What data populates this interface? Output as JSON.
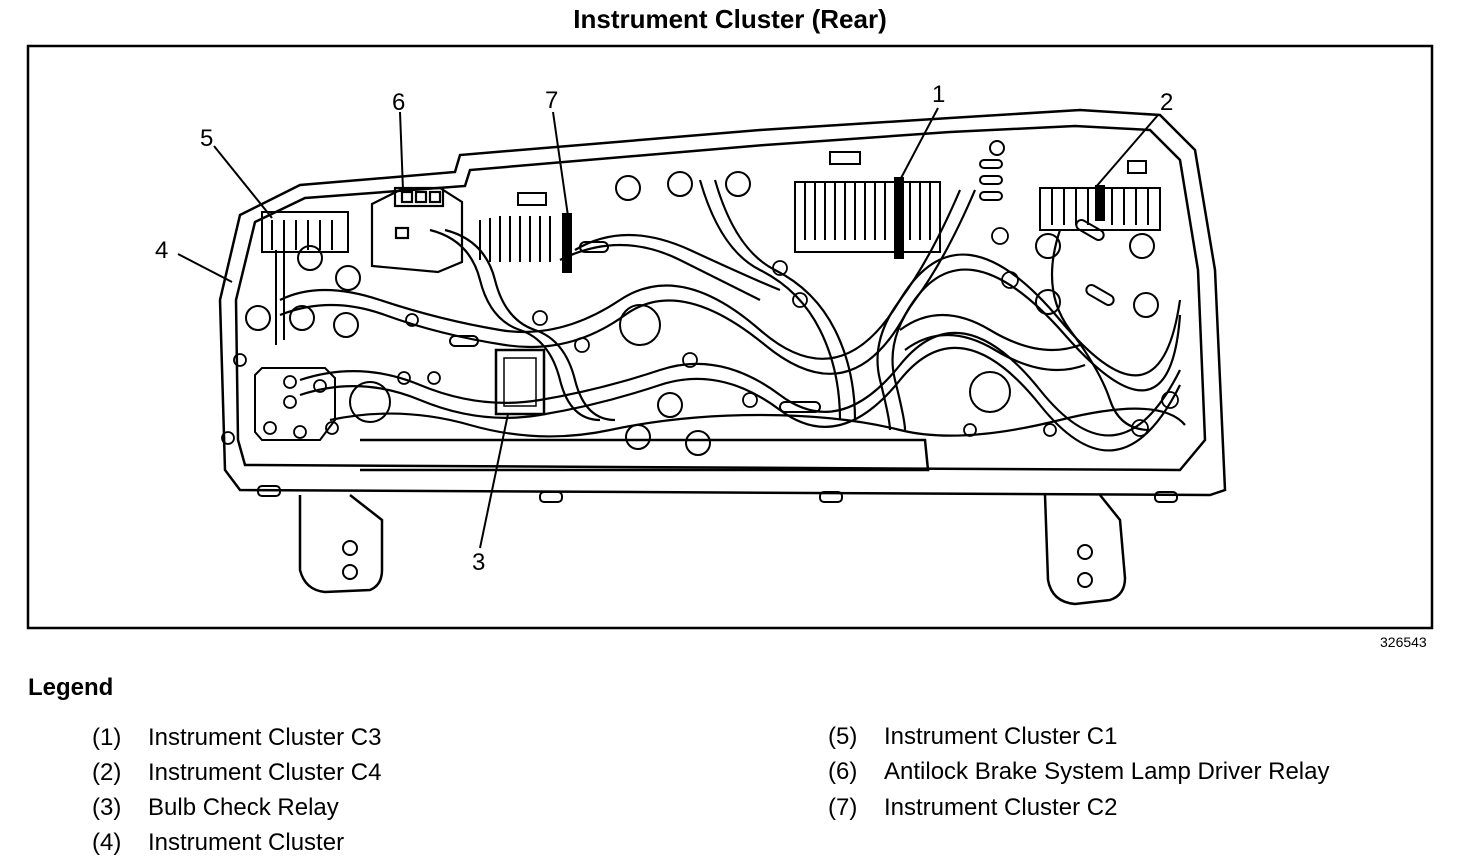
{
  "title": "Instrument Cluster (Rear)",
  "figure_id": "326543",
  "callouts": [
    "1",
    "2",
    "3",
    "4",
    "5",
    "6",
    "7"
  ],
  "legend": {
    "heading": "Legend",
    "items": [
      {
        "num": "(1)",
        "label": "Instrument Cluster C3"
      },
      {
        "num": "(2)",
        "label": "Instrument Cluster C4"
      },
      {
        "num": "(3)",
        "label": "Bulb Check Relay"
      },
      {
        "num": "(4)",
        "label": "Instrument Cluster"
      },
      {
        "num": "(5)",
        "label": "Instrument Cluster C1"
      },
      {
        "num": "(6)",
        "label": "Antilock Brake System Lamp Driver Relay"
      },
      {
        "num": "(7)",
        "label": "Instrument Cluster C2"
      }
    ]
  }
}
